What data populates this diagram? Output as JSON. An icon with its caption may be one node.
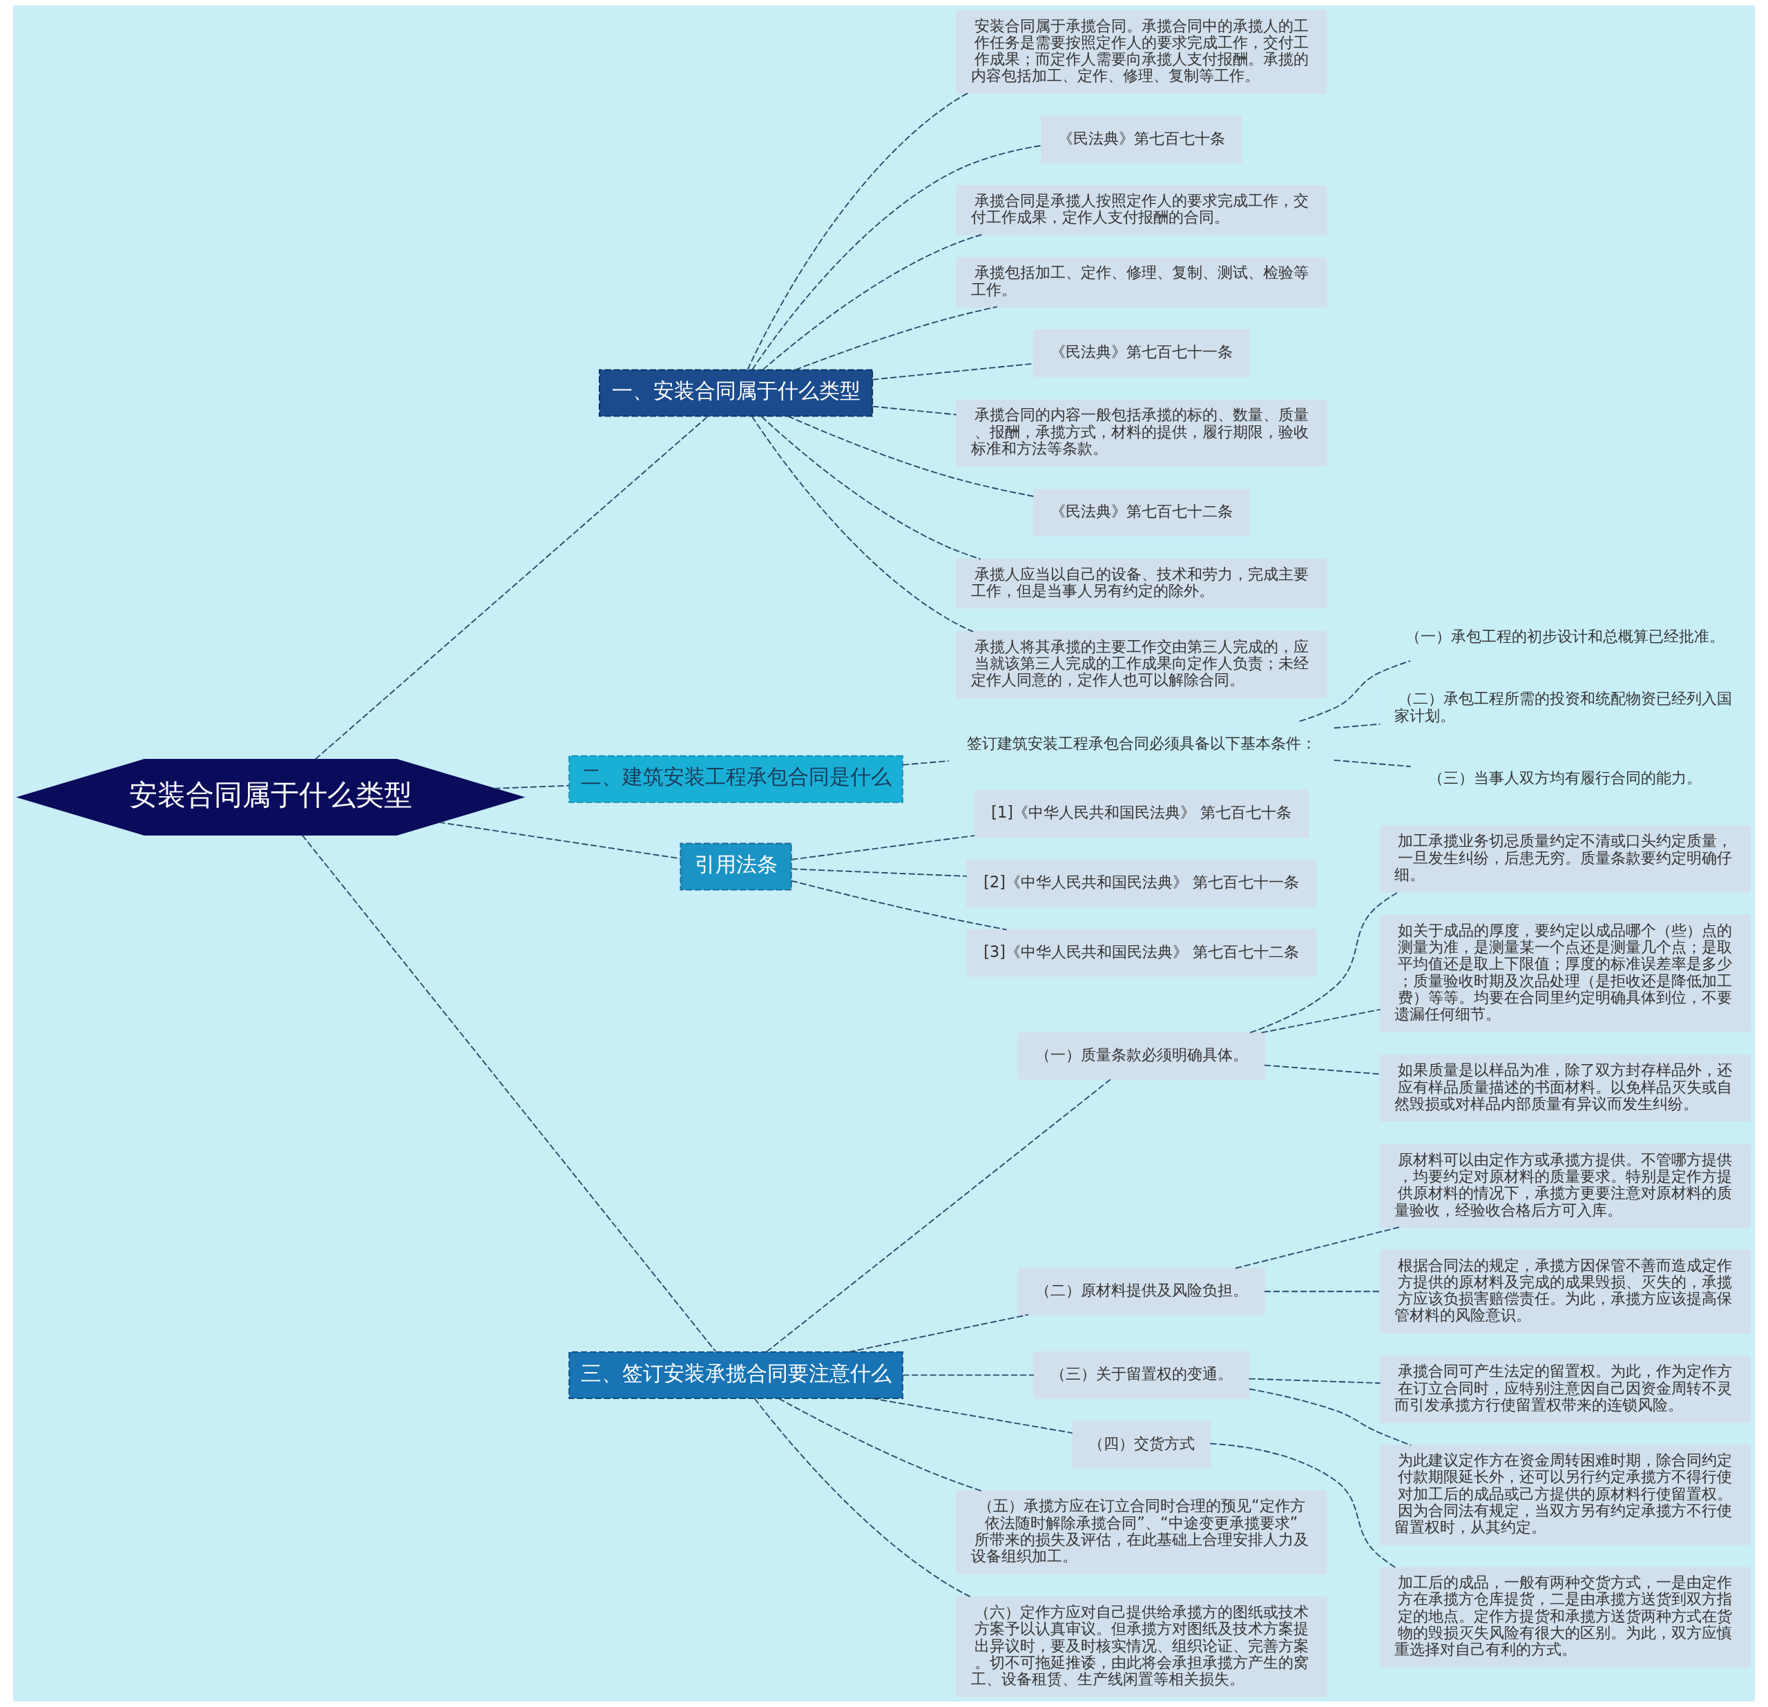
{
  "diagram": {
    "nodes": [
      {
        "text": [
          "安装合同属于什么类型"
        ]
      },
      {
        "text": [
          "一、安装合同属于什么类型"
        ]
      },
      {
        "text": [
          "安装合同属于承揽合同。承揽合同中的承揽人的工作任务是需要按照定作人的要求完成工作，交付工作成果；而定作人需要向承揽人支付报酬。承揽的内容包括加工、定作、修理、复制等工作。"
        ]
      },
      {
        "text": [
          "《民法典》第七百七十条"
        ]
      },
      {
        "text": [
          "承揽合同是承揽人按照定作人的要求完成工作，交付工作成果，定作人支付报酬的合同。"
        ]
      },
      {
        "text": [
          "承揽包括加工、定作、修理、复制、测试、检验等工作。"
        ]
      },
      {
        "text": [
          "《民法典》第七百七十一条"
        ]
      },
      {
        "text": [
          "承揽合同的内容一般包括承揽的标的、数量、质量、报酬，承揽方式，材料的提供，履行期限，验收标准和方法等条款。"
        ]
      },
      {
        "text": [
          "《民法典》第七百七十二条"
        ]
      },
      {
        "text": [
          "承揽人应当以自己的设备、技术和劳力，完成主要工作，但是当事人另有约定的除外。"
        ]
      },
      {
        "text": [
          "承揽人将其承揽的主要工作交由第三人完成的，应当就该第三人完成的工作成果向定作人负责；未经定作人同意的，定作人也可以解除合同。"
        ]
      },
      {
        "text": [
          "二、建筑安装工程承包合同是什么"
        ]
      },
      {
        "text": [
          "签订建筑安装工程承包合同必须具备以下基本条件："
        ]
      },
      {
        "text": [
          "（一）承包工程的初步设计和总概算已经批准。"
        ]
      },
      {
        "text": [
          "（二）承包工程所需的投资和统配物资已经列入国家计划。"
        ]
      },
      {
        "text": [
          "（三）当事人双方均有履行合同的能力。"
        ]
      },
      {
        "text": [
          "引用法条"
        ]
      },
      {
        "text": [
          "[1]《中华人民共和国民法典》 第七百七十条"
        ]
      },
      {
        "text": [
          "[2]《中华人民共和国民法典》 第七百七十一条"
        ]
      },
      {
        "text": [
          "[3]《中华人民共和国民法典》 第七百七十二条"
        ]
      },
      {
        "text": [
          "三、签订安装承揽合同要注意什么"
        ]
      },
      {
        "text": [
          "（一）质量条款必须明确具体。"
        ]
      },
      {
        "text": [
          "加工承揽业务切忌质量约定不清或口头约定质量，一旦发生纠纷，后患无穷。质量条款要约定明确仔细。"
        ]
      },
      {
        "text": [
          "如关于成品的厚度，要约定以成品哪个（些）点的测量为准，是测量某一个点还是测量几个点；是取平均值还是取上下限值；厚度的标准误差率是多少；质量验收时期及次品处理（是拒收还是降低加工费）等等。均要在合同里约定明确具体到位，不要遗漏任何细节。"
        ]
      },
      {
        "text": [
          "如果质量是以样品为准，除了双方封存样品外，还应有样品质量描述的书面材料。以免样品灭失或自然毁损或对样品内部质量有异议而发生纠纷。"
        ]
      },
      {
        "text": [
          "（二）原材料提供及风险负担。"
        ]
      },
      {
        "text": [
          "原材料可以由定作方或承揽方提供。不管哪方提供，均要约定对原材料的质量要求。特别是定作方提供原材料的情况下，承揽方更要注意对原材料的质量验收，经验收合格后方可入库。"
        ]
      },
      {
        "text": [
          "根据合同法的规定，承揽方因保管不善而造成定作方提供的原材料及完成的成果毁损、灭失的，承揽方应该负损害赔偿责任。为此，承揽方应该提高保管材料的风险意识。"
        ]
      },
      {
        "text": [
          "（三）关于留置权的变通。"
        ]
      },
      {
        "text": [
          "承揽合同可产生法定的留置权。为此，作为定作方在订立合同时，应特别注意因自己因资金周转不灵而引发承揽方行使留置权带来的连锁风险。"
        ]
      },
      {
        "text": [
          "为此建议定作方在资金周转困难时期，除合同约定付款期限延长外，还可以另行约定承揽方不得行使对加工后的成品或己方提供的原材料行使留置权。因为合同法有规定，当双方另有约定承揽方不行使留置权时，从其约定。"
        ]
      },
      {
        "text": [
          "（四）交货方式"
        ]
      },
      {
        "text": [
          "加工后的成品，一般有两种交货方式，一是由定作方在承揽方仓库提货，二是由承揽方送货到双方指定的地点。定作方提货和承揽方送货两种方式在货物的毁损灭失风险有很大的区别。为此，双方应慎重选择对自己有利的方式。"
        ]
      },
      {
        "text": [
          "（五）承揽方应在订立合同时合理的预见“定作方依法随时解除承揽合同”、“中途变更承揽要求”所带来的损失及评估，在此基础上合理安排人力及设备组织加工。"
        ]
      },
      {
        "text": [
          "（六）定作方应对自己提供给承揽方的图纸或技术方案予以认真审议。但承揽方对图纸及技术方案提出异议时，要及时核实情况、组织论证、完善方案。切不可拖延推诿，由此将会承担承揽方产生的窝工、设备租赁、生产线闲置等相关损失。"
        ]
      }
    ],
    "edges": [
      {
        "from": 0,
        "to": 1,
        "arrow": "none"
      },
      {
        "from": 1,
        "to": 2,
        "arrow": "none"
      },
      {
        "from": 1,
        "to": 3,
        "arrow": "none"
      },
      {
        "from": 1,
        "to": 4,
        "arrow": "none"
      },
      {
        "from": 1,
        "to": 5,
        "arrow": "none"
      },
      {
        "from": 1,
        "to": 6,
        "arrow": "none"
      },
      {
        "from": 1,
        "to": 7,
        "arrow": "none"
      },
      {
        "from": 1,
        "to": 8,
        "arrow": "none"
      },
      {
        "from": 1,
        "to": 9,
        "arrow": "none"
      },
      {
        "from": 1,
        "to": 10,
        "arrow": "none"
      },
      {
        "from": 0,
        "to": 11,
        "arrow": "none"
      },
      {
        "from": 11,
        "to": 12,
        "arrow": "none"
      },
      {
        "from": 12,
        "to": 13,
        "arrow": "none"
      },
      {
        "from": 12,
        "to": 14,
        "arrow": "none"
      },
      {
        "from": 12,
        "to": 15,
        "arrow": "none"
      },
      {
        "from": 0,
        "to": 16,
        "arrow": "none"
      },
      {
        "from": 16,
        "to": 17,
        "arrow": "none"
      },
      {
        "from": 16,
        "to": 18,
        "arrow": "none"
      },
      {
        "from": 16,
        "to": 19,
        "arrow": "none"
      },
      {
        "from": 0,
        "to": 20,
        "arrow": "none"
      },
      {
        "from": 20,
        "to": 21,
        "arrow": "none"
      },
      {
        "from": 21,
        "to": 22,
        "arrow": "none"
      },
      {
        "from": 21,
        "to": 23,
        "arrow": "none"
      },
      {
        "from": 21,
        "to": 24,
        "arrow": "none"
      },
      {
        "from": 20,
        "to": 25,
        "arrow": "none"
      },
      {
        "from": 25,
        "to": 26,
        "arrow": "none"
      },
      {
        "from": 25,
        "to": 27,
        "arrow": "none"
      },
      {
        "from": 20,
        "to": 28,
        "arrow": "none"
      },
      {
        "from": 28,
        "to": 29,
        "arrow": "none"
      },
      {
        "from": 28,
        "to": 30,
        "arrow": "none"
      },
      {
        "from": 20,
        "to": 31,
        "arrow": "none"
      },
      {
        "from": 31,
        "to": 32,
        "arrow": "none"
      },
      {
        "from": 20,
        "to": 33,
        "arrow": "none"
      },
      {
        "from": 20,
        "to": 34,
        "arrow": "none"
      }
    ]
  }
}
